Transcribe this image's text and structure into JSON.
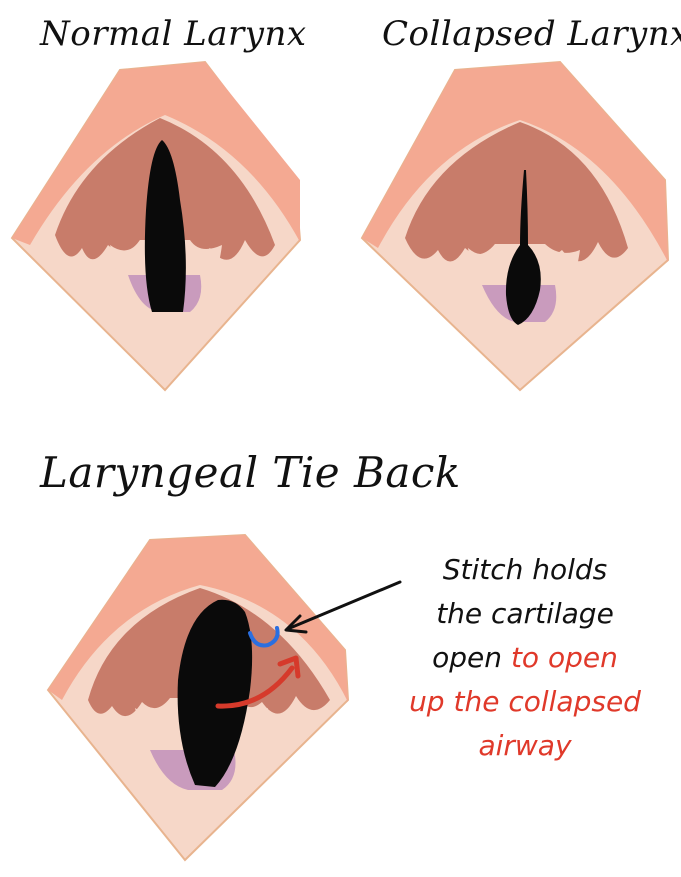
{
  "titles": {
    "normal": "Normal Larynx",
    "collapsed": "Collapsed Larynx",
    "tieback": "Laryngeal Tie Back"
  },
  "annotation": {
    "line1": "Stitch holds",
    "line2": "the cartilage",
    "line3_black": "open",
    "line3_red": "to open",
    "line4": "up the collapsed",
    "line5": "airway"
  },
  "colors": {
    "outer_pink": "#f4a992",
    "inner_brown": "#c87c6a",
    "lower_beige": "#f6d7c8",
    "outline_tan": "#e8b48f",
    "purple": "#c99bbd",
    "airway": "#0a0a0a",
    "stitch_blue": "#2b6fe0",
    "arrow_red": "#d63a2b",
    "text_red": "#e0392a"
  }
}
